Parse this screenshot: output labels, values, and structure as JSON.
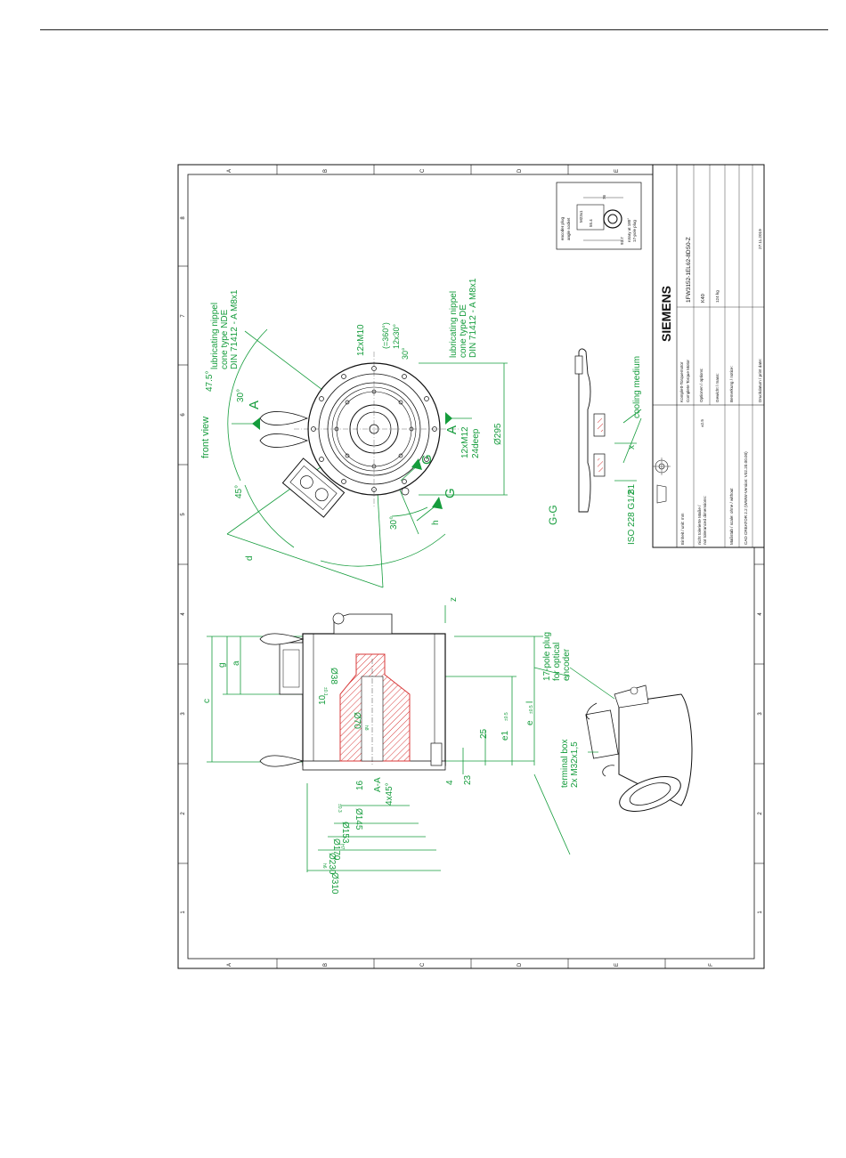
{
  "border": {
    "letters": [
      "A",
      "B",
      "C",
      "D",
      "E",
      "F"
    ],
    "numbers": [
      "1",
      "2",
      "3",
      "4",
      "5",
      "6",
      "7",
      "8"
    ]
  },
  "title_block": {
    "brand": "SIEMENS",
    "unit": "Einheit / unit: mm",
    "tolerance_label_de": "nicht tolerierte Maße /",
    "tolerance_label_en": "not toleranced dimensions:",
    "tolerance_value": "±2.5",
    "scale": "Maßstab / scale: ohne / without",
    "cad": "CAD CREATOR 2.2 (WWW-Version: V02.20.00.00)",
    "desc_de": "Komplett-Torquemotor",
    "desc_en": "Complete Torque Motor",
    "options_label": "Optionen / options:",
    "weight_label": "Gewicht / mass:",
    "remark_label": "Bemerkung / notice:",
    "part_number": "1FW3152-1EL62-8DS0-Z",
    "options_value": "K40",
    "mass_value": "124 kg",
    "print_date_label": "Druckdatum / print date:",
    "print_date": "27.11.2019"
  },
  "encoder_plug": {
    "title": "encoder plug",
    "sub": "angle socket",
    "rot1": "rotary at 180°",
    "rot2": "17-pole plug",
    "dims": [
      "76",
      "M23x1",
      "55.4",
      "92.7"
    ]
  },
  "front_view": {
    "title": "front view",
    "nippel_nde": [
      "lubricating nippel",
      "cone type NDE",
      "DIN 71412 - A M8x1"
    ],
    "nippel_de": [
      "lubricating nippel",
      "cone type DE",
      "DIN 71412 - A M8x1"
    ],
    "dims": [
      "12xM10",
      "(=360°)",
      "12x30°",
      "30°",
      "47.5°",
      "30°",
      "45°",
      "30°",
      "12xM12",
      "24deep",
      "Ø295",
      "d",
      "h"
    ],
    "section_marks": [
      "A",
      "A",
      "G",
      "G"
    ]
  },
  "section_gg": {
    "title": "G-G",
    "labels": [
      "cooling medium",
      "ISO 228 G1/2",
      "81",
      "x"
    ]
  },
  "side_view": {
    "dims": [
      "c",
      "g",
      "a",
      "z",
      "Ø38",
      "10",
      "Ø70",
      "25",
      "e1",
      "e",
      "l",
      "16",
      "A-A",
      "4x45°",
      "4",
      "23",
      "Ø145",
      "Ø153",
      "Ø170",
      "Ø230",
      "Ø310"
    ],
    "tolerances": [
      "±0.1",
      "h8",
      "±0.5",
      "±0.5",
      "±0.3",
      "H7",
      "h6"
    ]
  },
  "iso_labels": {
    "plug": [
      "17-pole plug",
      "for optical",
      "encoder"
    ],
    "box": [
      "terminal box",
      "2x M32x1,5"
    ]
  },
  "colors": {
    "line": "#159c3c",
    "hatch": "#d83a3a",
    "ink": "#111111"
  }
}
